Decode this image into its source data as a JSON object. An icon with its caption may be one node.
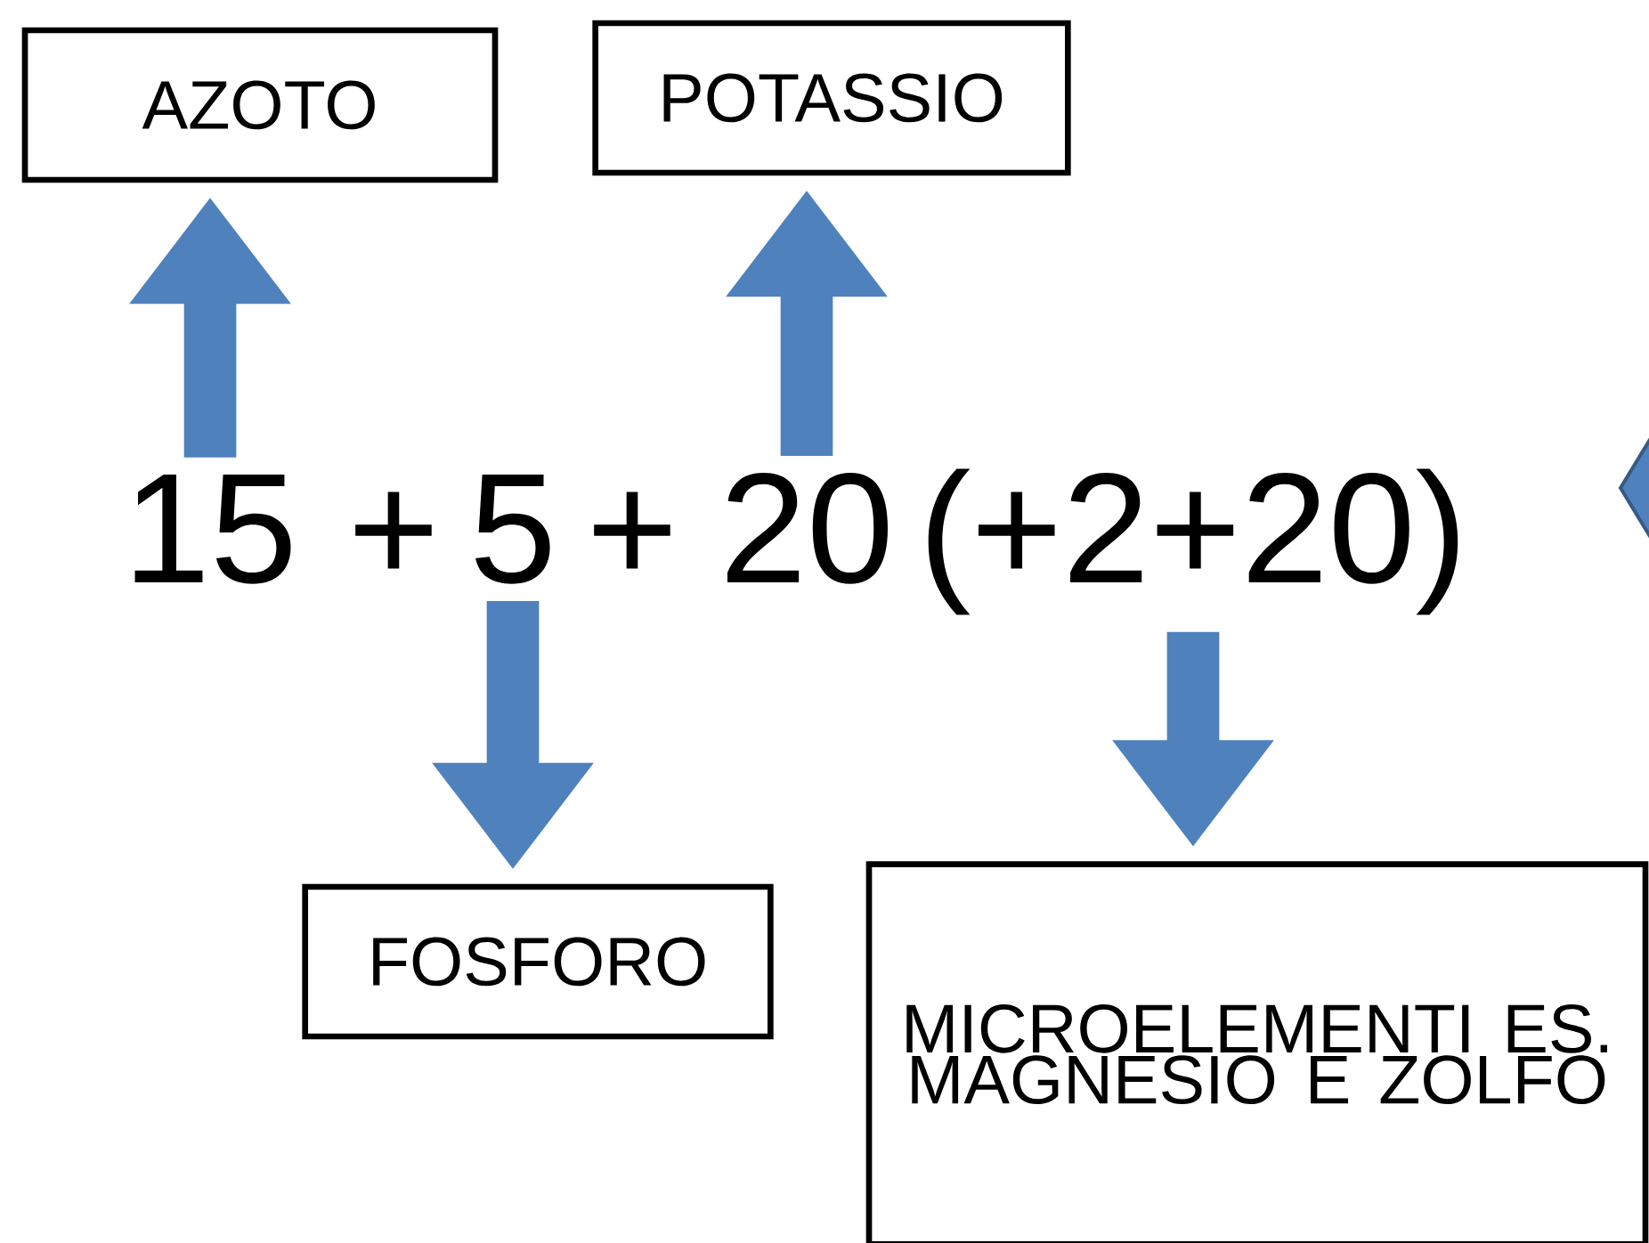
{
  "diagram": {
    "nodes": [
      {
        "text": [
          "AZOTO"
        ]
      },
      {
        "text": [
          "POTASSIO"
        ]
      },
      {
        "text": [
          "15"
        ]
      },
      {
        "text": [
          "5"
        ]
      },
      {
        "text": [
          "20"
        ]
      },
      {
        "text": [
          "(+2+20)"
        ]
      },
      {
        "text": [
          "FOSFORO"
        ]
      },
      {
        "text": [
          "MICROELEMENTI ES. MAGNESIO E ZOLFO"
        ]
      }
    ],
    "edges": [
      {
        "from": 2,
        "to": 0,
        "arrow": "to"
      },
      {
        "from": 4,
        "to": 1,
        "arrow": "to"
      },
      {
        "from": 3,
        "to": 6,
        "arrow": "to"
      },
      {
        "from": 5,
        "to": 7,
        "arrow": "to"
      }
    ],
    "labels": [
      "+",
      "+"
    ]
  }
}
